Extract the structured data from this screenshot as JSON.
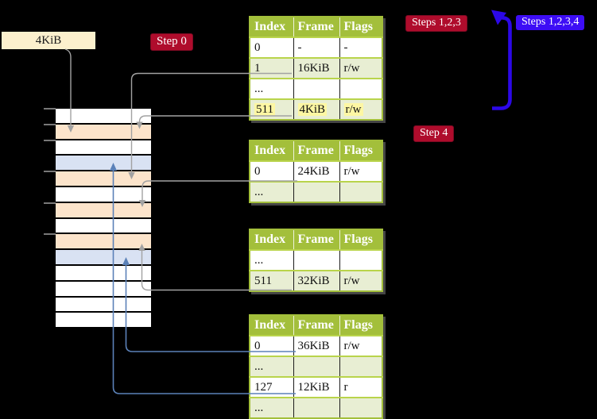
{
  "colors": {
    "background": "#000000",
    "table_header_bg": "#a3bf3b",
    "table_header_text": "#ffffff",
    "table_border": "#a3bf3b",
    "row_sep": "#b9d44b",
    "row_shade": "#e8eed3",
    "row_white": "#ffffff",
    "highlight": "#fdf7a3",
    "badge_red": "#af0c2c",
    "badge_blue": "#3d0df5",
    "badge_text": "#ffffff",
    "label_bg": "#fcf0cd",
    "memory_orange": "#fce4cb",
    "memory_blue": "#d9e2f3",
    "arrow_gray": "#a2a2a2",
    "arrow_blue": "#5b81b8",
    "big_arrow_blue": "#2c08e8"
  },
  "label_4kib": "4KiB",
  "badges": {
    "step0": "Step 0",
    "steps123": "Steps 1,2,3",
    "steps1234": "Steps 1,2,3,4",
    "step4": "Step 4"
  },
  "memory": {
    "rows": [
      "white",
      "orange",
      "white",
      "blue",
      "orange",
      "white",
      "orange",
      "white",
      "orange",
      "blue",
      "white",
      "white",
      "white",
      "white"
    ]
  },
  "tables": [
    {
      "name": "level-4-page-table",
      "headers": [
        "Index",
        "Frame",
        "Flags"
      ],
      "rows": [
        {
          "cells": [
            "0",
            "-",
            "-"
          ],
          "shade": false,
          "highlight": false
        },
        {
          "cells": [
            "1",
            "16KiB",
            "r/w"
          ],
          "shade": true,
          "highlight": false
        },
        {
          "cells": [
            "...",
            "",
            ""
          ],
          "shade": false,
          "highlight": false
        },
        {
          "cells": [
            "511",
            "4KiB",
            "r/w"
          ],
          "shade": true,
          "highlight": true
        }
      ]
    },
    {
      "name": "level-3-page-table",
      "headers": [
        "Index",
        "Frame",
        "Flags"
      ],
      "rows": [
        {
          "cells": [
            "0",
            "24KiB",
            "r/w"
          ],
          "shade": false,
          "highlight": false
        },
        {
          "cells": [
            "...",
            "",
            ""
          ],
          "shade": true,
          "highlight": false
        }
      ]
    },
    {
      "name": "level-2-page-table",
      "headers": [
        "Index",
        "Frame",
        "Flags"
      ],
      "rows": [
        {
          "cells": [
            "...",
            "",
            ""
          ],
          "shade": false,
          "highlight": false
        },
        {
          "cells": [
            "511",
            "32KiB",
            "r/w"
          ],
          "shade": true,
          "highlight": false
        }
      ]
    },
    {
      "name": "level-1-page-table",
      "headers": [
        "Index",
        "Frame",
        "Flags"
      ],
      "rows": [
        {
          "cells": [
            "0",
            "36KiB",
            "r/w"
          ],
          "shade": false,
          "highlight": false
        },
        {
          "cells": [
            "...",
            "",
            ""
          ],
          "shade": true,
          "highlight": false
        },
        {
          "cells": [
            "127",
            "12KiB",
            "r"
          ],
          "shade": false,
          "highlight": false
        },
        {
          "cells": [
            "...",
            "",
            ""
          ],
          "shade": true,
          "highlight": false
        }
      ]
    }
  ]
}
